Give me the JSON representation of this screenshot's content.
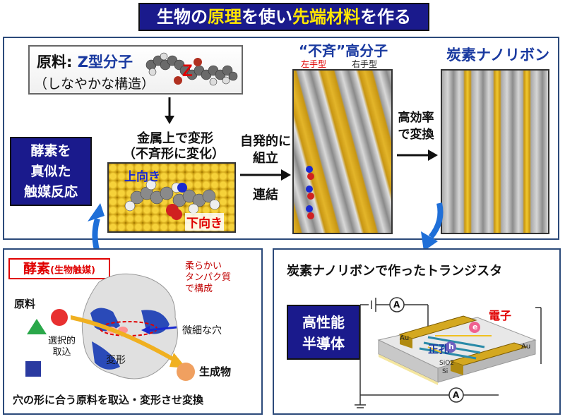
{
  "title": {
    "part1": "生物の",
    "part2": "原理",
    "part3": "を使い",
    "part4": "先端材料",
    "part5": "を作る"
  },
  "material": {
    "label": "原料:",
    "name": "Z型分子",
    "desc": "（しなやかな構造）",
    "z_letter": "Z"
  },
  "deform": {
    "line1": "金属上で変形",
    "line2": "（不斉形に変化）",
    "up": "上向き",
    "down": "下向き"
  },
  "enzyme_like": {
    "line1": "酵素を",
    "line2": "真似た",
    "line3": "触媒反応"
  },
  "assemble": {
    "line1": "自発的に",
    "line2": "組立",
    "line3": "連結"
  },
  "polymer": {
    "title": "“不斉”高分子",
    "left": "左手型",
    "right": "右手型"
  },
  "convert": {
    "line1": "高効率",
    "line2": "で変換"
  },
  "nanoribbon": {
    "title": "炭素ナノリボン"
  },
  "enzyme": {
    "title": "酵素",
    "title_sub": "(生物触媒)",
    "note1": "柔らかい",
    "note2": "タンパク質",
    "note3": "で構成",
    "raw": "原料",
    "hole": "微細な穴",
    "select1": "選択的",
    "select2": "取込",
    "deform": "変形",
    "product": "生成物",
    "caption": "穴の形に合う原料を取込・変形させ変換"
  },
  "transistor": {
    "title": "炭素ナノリボンで作ったトランジスタ",
    "perf1": "高性能",
    "perf2": "半導体",
    "electron": "電子",
    "hole": "正孔",
    "e": "e",
    "h": "h",
    "au1": "Au",
    "au2": "Au",
    "sio2": "SiO2",
    "si": "Si",
    "meter": "A"
  },
  "colors": {
    "navy": "#1a1a8c",
    "gold": "#e8b820",
    "red": "#e00000",
    "blue_arrow": "#1f6fd8"
  }
}
